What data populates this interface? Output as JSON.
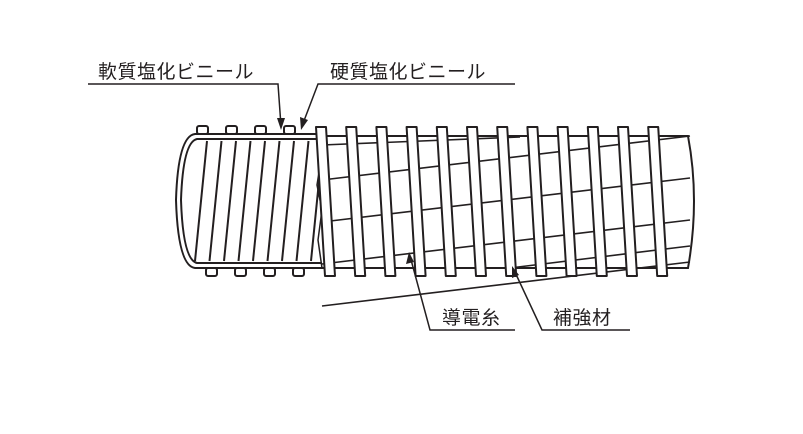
{
  "labels": {
    "soft_pvc": "軟質塩化ビニール",
    "hard_pvc": "硬質塩化ビニール",
    "conductive_thread": "導電糸",
    "reinforcement": "補強材"
  },
  "colors": {
    "line": "#231f20",
    "background": "#ffffff"
  }
}
